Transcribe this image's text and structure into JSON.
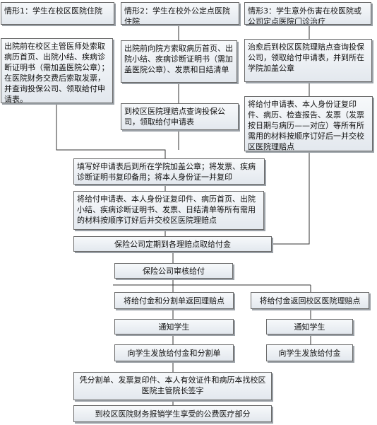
{
  "headers": {
    "case1": "情形1：学生在校区医院住院",
    "case2": "情形2：学生在校外公定点医院住院",
    "case3": "情形3：学生意外伤害在校医院或公司定点医院门诊治疗"
  },
  "case1_step1": "出院前在校区主管医师处索取病历首页、出院小结、疾病诊断证明书（需加盖医院公章）；在医院财务交费后索取发票，并查询投保公司、领取给付申请表。",
  "case2_step1": "出院前向院方索取病历首页、出院小结、疾病诊断证明书（需加盖医院公章）、发票和日结清单",
  "case2_step2": "到校区医院理赔点查询投保公司，领取给付申请表",
  "case3_step1": "治愈后到校区医院理赔点查询投保公司，领取给付申请表，并到所在学院加盖公章",
  "case3_step2": "将给付申请表、本人身份证复印件、病历、检查报告、发票（发票按日期与病历——对应）等所有所需用的材料按顺序订好后一并交校区医院理赔点",
  "merge_step1": "填写好申请表后到所在学院加盖公章；将发票、疾病诊断证明书复印备用；将本人身份证一并复印",
  "merge_step2": "将给付申请表、本人身份证复印件、病历首页、出院小结、疾病诊断证明书、发票、日结清单等所有需用的材料按顺序订好后并交校区医院理赔点",
  "insurer_collect": "保险公司定期到各理赔点取给付金",
  "insurer_review": "保险公司审核给付",
  "left_branch": {
    "return": "将给付金和分割单返回理赔点",
    "notify": "通知学生",
    "issue": "向学生发放给付金和分割单"
  },
  "right_branch": {
    "return": "将给付金返回校区医院理赔点",
    "notify": "通知学生",
    "issue": "向学生发放给付金"
  },
  "final_sign": "凭分割单、发票复印件、本人有效证件和病历本找校区医院主管院长签字",
  "final_reimburse": "到校区医院财务报销学生享受的公费医疗部分"
}
